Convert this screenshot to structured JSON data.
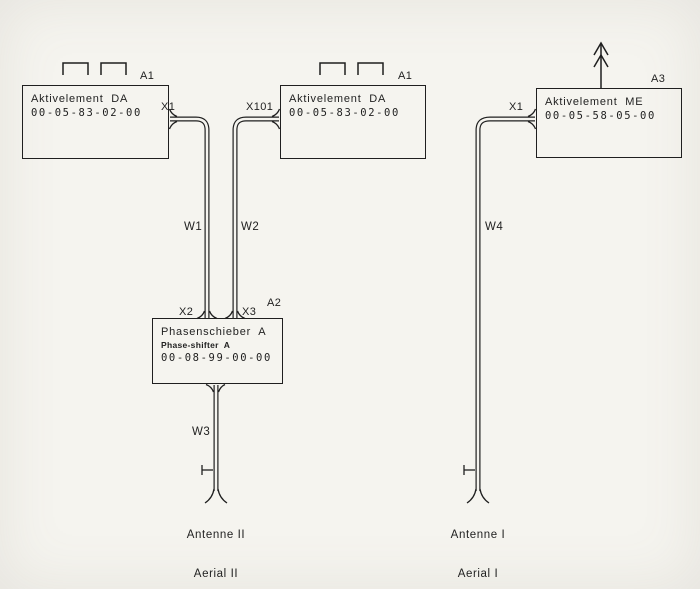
{
  "colors": {
    "ink": "#1f1f1f",
    "paper": "#f5f4ef"
  },
  "modules": {
    "a1_left": {
      "ref": "A1",
      "title": "Aktivelement  DA",
      "part_no": "00-05-83-02-00",
      "connector": "X1"
    },
    "a1_right": {
      "ref": "A1",
      "title": "Aktivelement  DA",
      "part_no": "00-05-83-02-00",
      "connector": "X101"
    },
    "a3": {
      "ref": "A3",
      "title": "Aktivelement  ME",
      "part_no": "00-05-58-05-00",
      "connector": "X1"
    },
    "a2": {
      "ref": "A2",
      "title": "Phasenschieber  A",
      "subtitle": "Phase-shifter  A",
      "part_no": "00-08-99-00-00",
      "connector_left": "X2",
      "connector_right": "X3"
    }
  },
  "cables": {
    "w1": "W1",
    "w2": "W2",
    "w3": "W3",
    "w4": "W4"
  },
  "antennas": {
    "aerial2": {
      "name_de": "Antenne II",
      "name_en": "Aerial II"
    },
    "aerial1": {
      "name_de": "Antenne I",
      "name_en": "Aerial I"
    }
  }
}
